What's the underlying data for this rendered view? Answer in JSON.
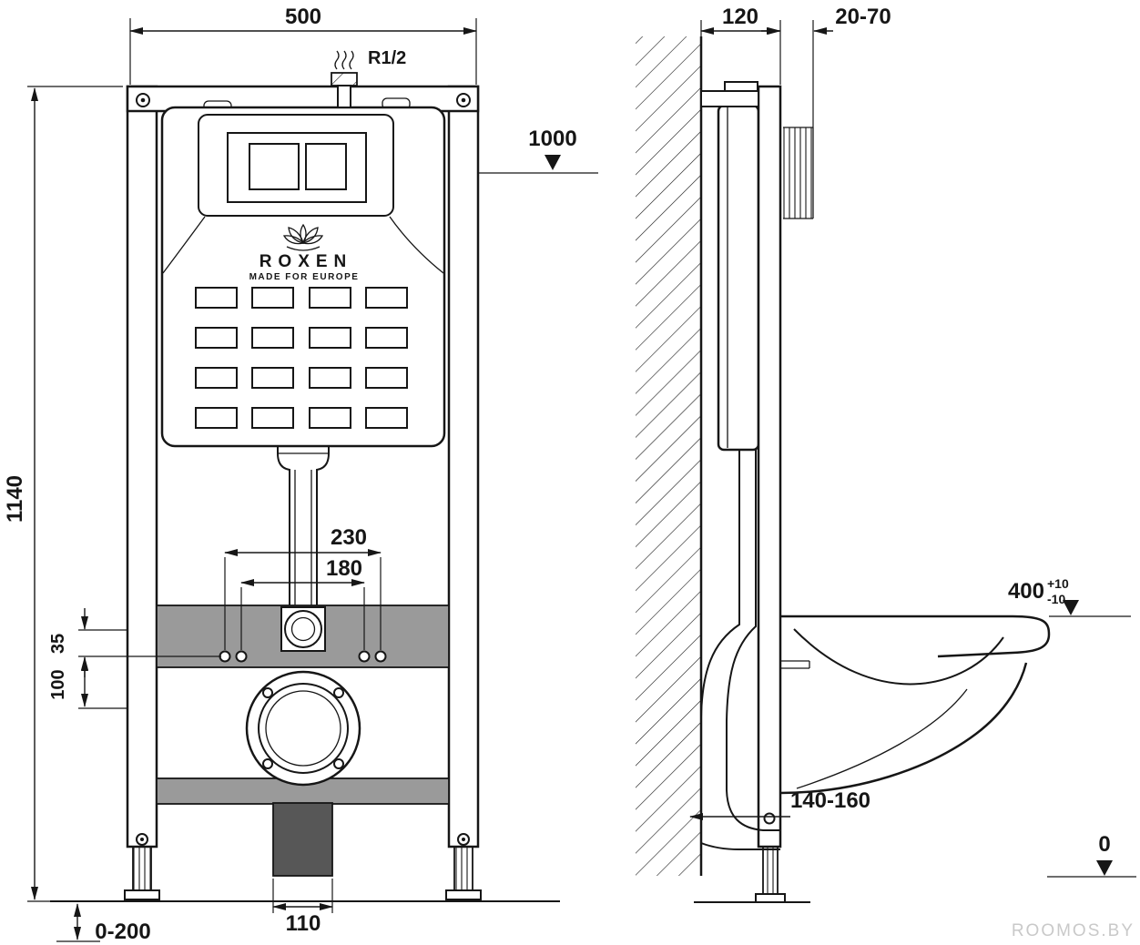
{
  "brand": {
    "name": "ROXEN",
    "tagline": "MADE FOR EUROPE"
  },
  "front": {
    "dim_width": "500",
    "dim_inlet": "R1/2",
    "dim_plate_height": "1000",
    "dim_total_height": "1140",
    "dim_bolt_outer": "230",
    "dim_bolt_inner": "180",
    "dim_offset_a": "35",
    "dim_offset_b": "100",
    "dim_outlet_width": "110",
    "dim_feet_range": "0-200"
  },
  "side": {
    "dim_depth": "120",
    "dim_finish_range": "20-70",
    "dim_bowl_height": "400",
    "dim_bowl_height_plus": "+10",
    "dim_bowl_height_minus": "-10",
    "dim_outlet_offset": "140-160",
    "dim_floor_level": "0"
  },
  "watermark": "ROOMOS.BY",
  "colors": {
    "line": "#161616",
    "crossbar_gray": "#9a9a9a",
    "outlet_dark_gray": "#575757",
    "watermark_gray": "#c9c9c9"
  }
}
